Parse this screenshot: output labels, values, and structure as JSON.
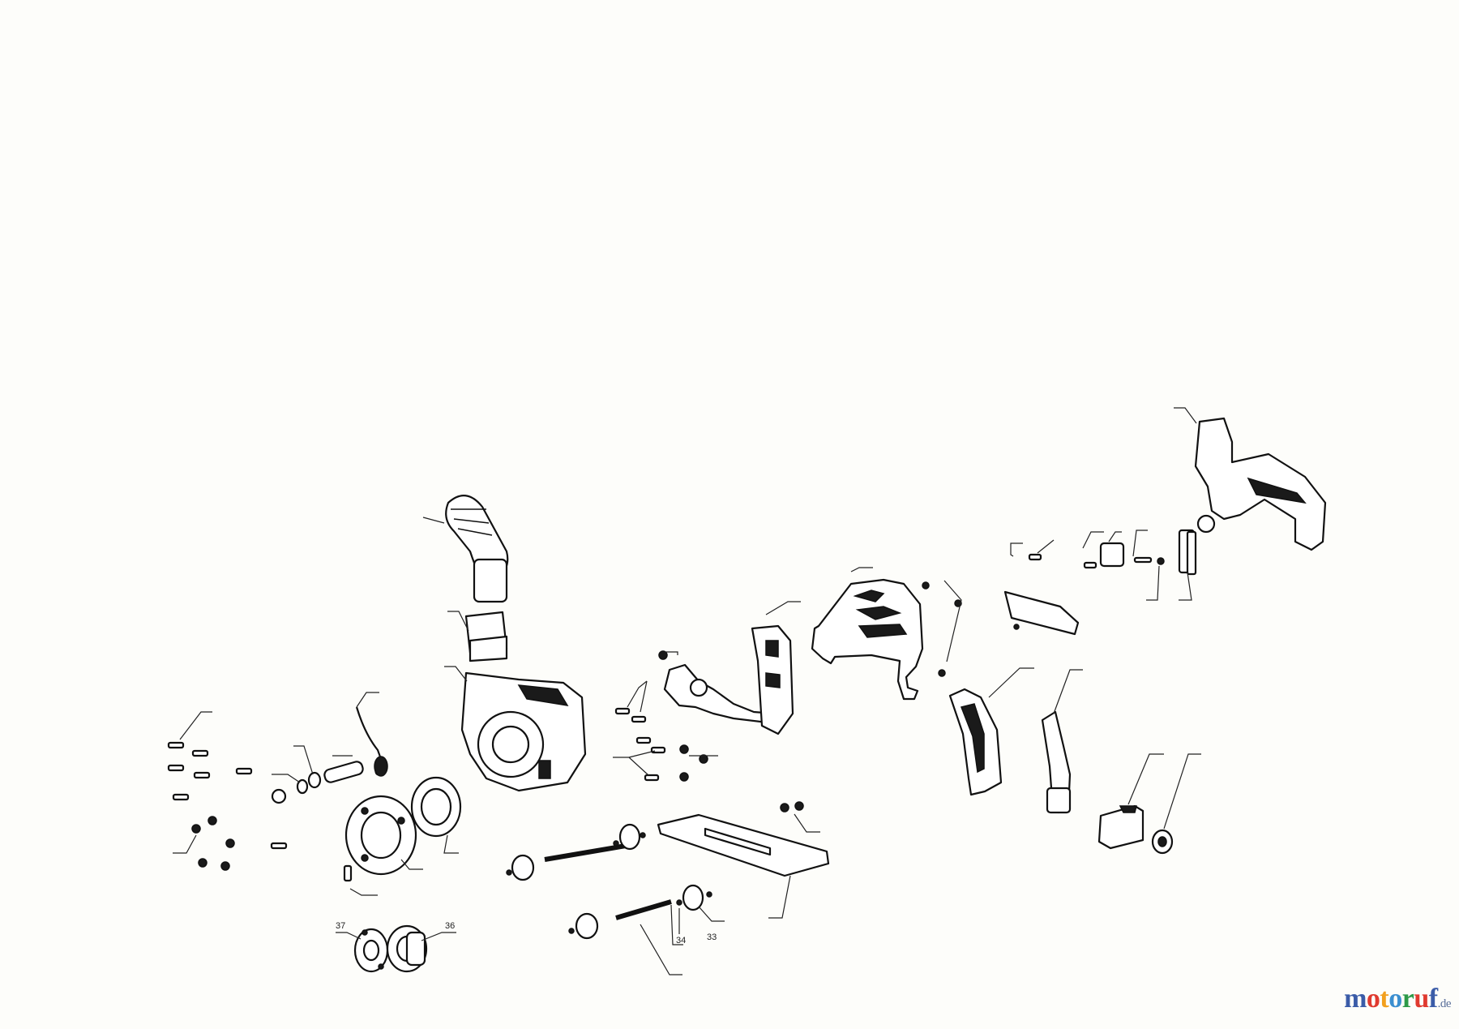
{
  "callouts": [
    "37",
    "36",
    "34",
    "33"
  ],
  "watermark": {
    "letters": [
      {
        "ch": "m",
        "color": "#3b5ca8"
      },
      {
        "ch": "o",
        "color": "#e03a2f"
      },
      {
        "ch": "t",
        "color": "#f2a01e"
      },
      {
        "ch": "o",
        "color": "#3b8fd0"
      },
      {
        "ch": "r",
        "color": "#2d9a48"
      },
      {
        "ch": "u",
        "color": "#e03a2f"
      },
      {
        "ch": "f",
        "color": "#3b5ca8"
      }
    ],
    "tld": ".de"
  }
}
